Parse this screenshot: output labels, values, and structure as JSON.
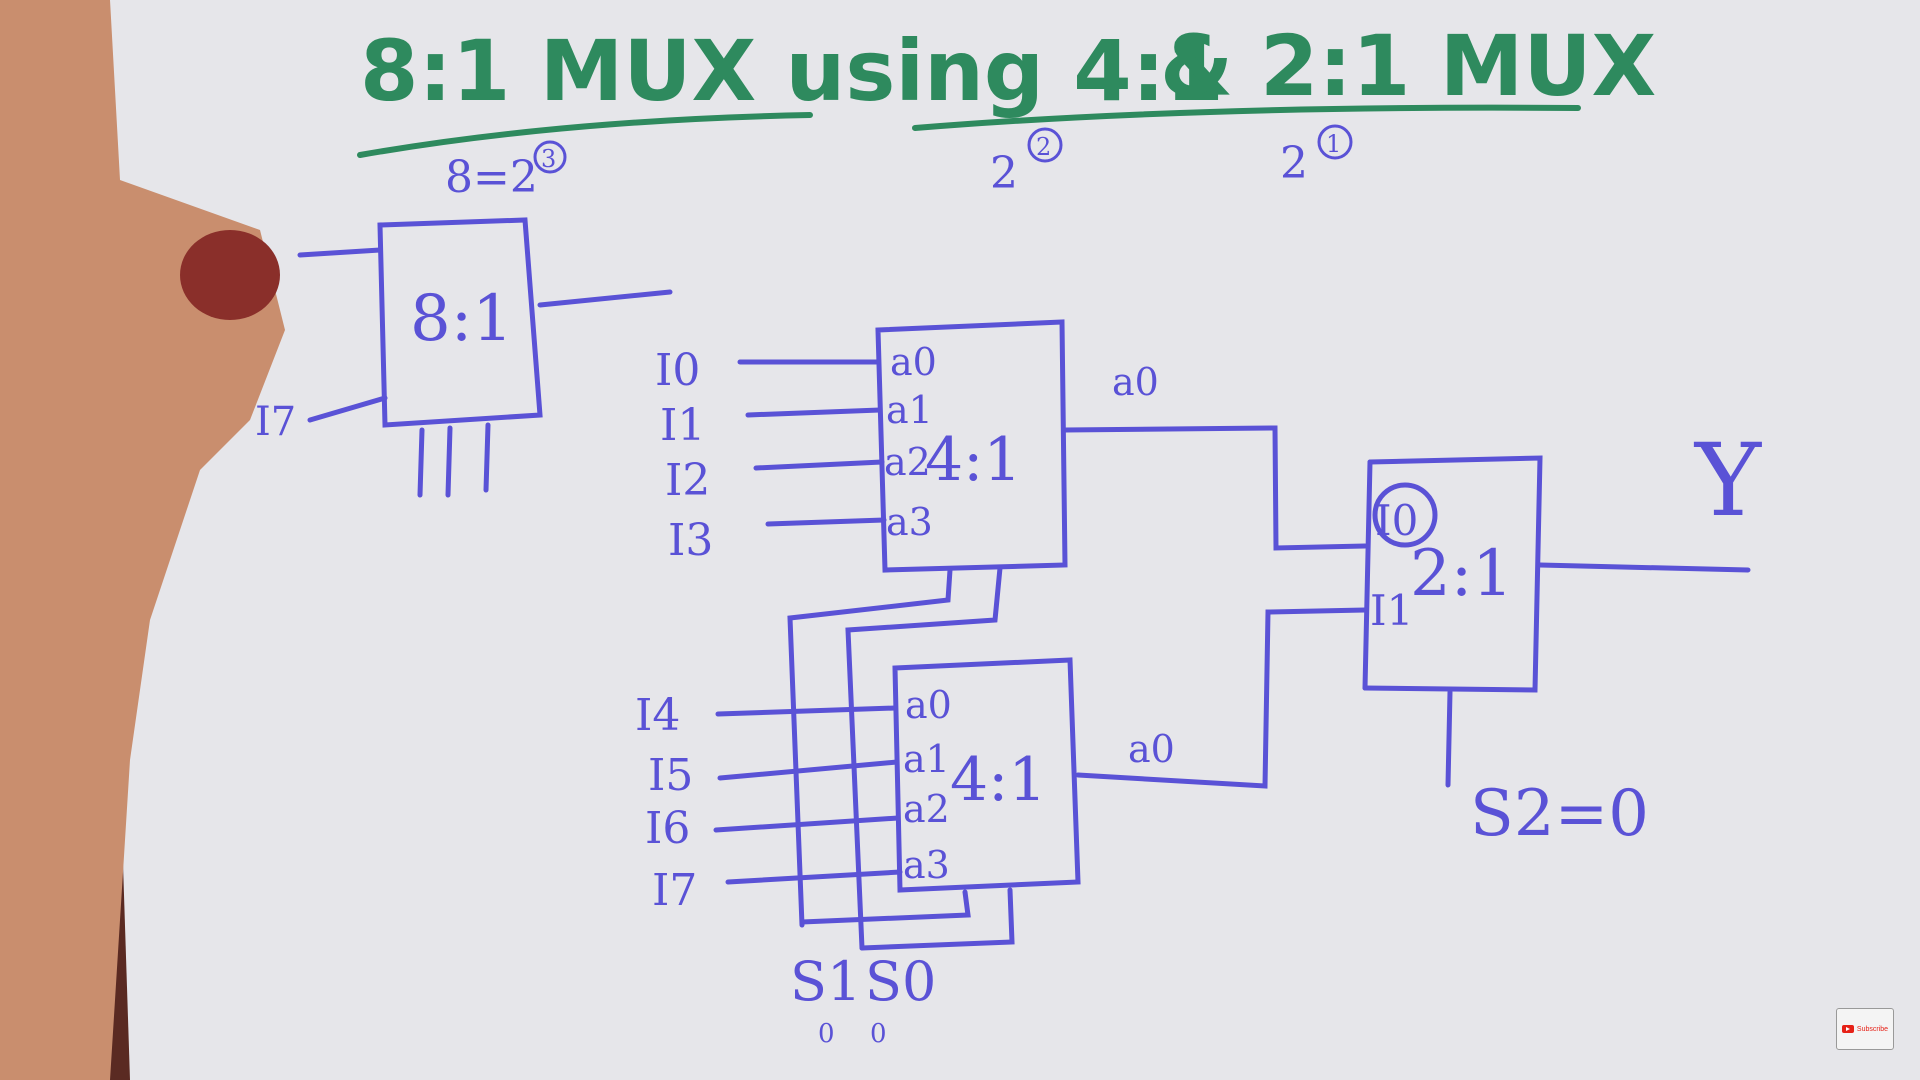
{
  "title": {
    "part1": "8:1 MUX using 4:1",
    "amp": "&",
    "part2": "2:1 MUX"
  },
  "annotations": {
    "eight_power": "8=2",
    "eight_exp": "3",
    "four_power": "2",
    "four_exp": "2",
    "two_power": "2",
    "two_exp": "1"
  },
  "mux8": {
    "label": "8:1",
    "input_label": "I7"
  },
  "mux4_top": {
    "label": "4:1",
    "pins": [
      "a0",
      "a1",
      "a2",
      "a3"
    ],
    "inputs": [
      "I0",
      "I1",
      "I2",
      "I3"
    ],
    "output_label": "a0"
  },
  "mux4_bottom": {
    "label": "4:1",
    "pins": [
      "a0",
      "a1",
      "a2",
      "a3"
    ],
    "inputs": [
      "I4",
      "I5",
      "I6",
      "I7"
    ],
    "output_label": "a0"
  },
  "mux2": {
    "label": "2:1",
    "pins": [
      "I0",
      "I1"
    ],
    "select": "S2=0",
    "output": "Y"
  },
  "selects": {
    "s1": "S1",
    "s0": "S0",
    "s1_val": "0",
    "s0_val": "0"
  },
  "overlay": {
    "subscribe": "Subscribe"
  },
  "colors": {
    "ink_blue": "#5a52d6",
    "ink_green": "#2e8a5e",
    "paper": "#e6e6ea"
  }
}
